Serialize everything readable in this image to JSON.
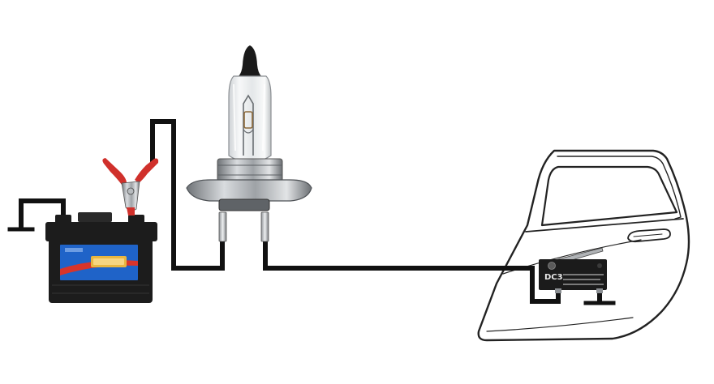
{
  "diagram": {
    "components": [
      {
        "id": "battery",
        "icon": "car-battery-icon"
      },
      {
        "id": "clips",
        "icon": "alligator-clip-icon"
      },
      {
        "id": "bulb",
        "icon": "h7-halogen-bulb-icon"
      },
      {
        "id": "door",
        "icon": "car-door-icon"
      },
      {
        "id": "switch",
        "icon": "micro-switch-icon"
      }
    ],
    "switch_label": "DC3",
    "colors": {
      "wire": "#111111",
      "battery_case": "#1c1c1c",
      "battery_label": "#1f63c8",
      "battery_stripe": "#d8342b",
      "battery_plate": "#e8b640",
      "clip_red": "#d0302b",
      "bulb_base": "#9a9ea3",
      "door_outline": "#222222"
    }
  }
}
